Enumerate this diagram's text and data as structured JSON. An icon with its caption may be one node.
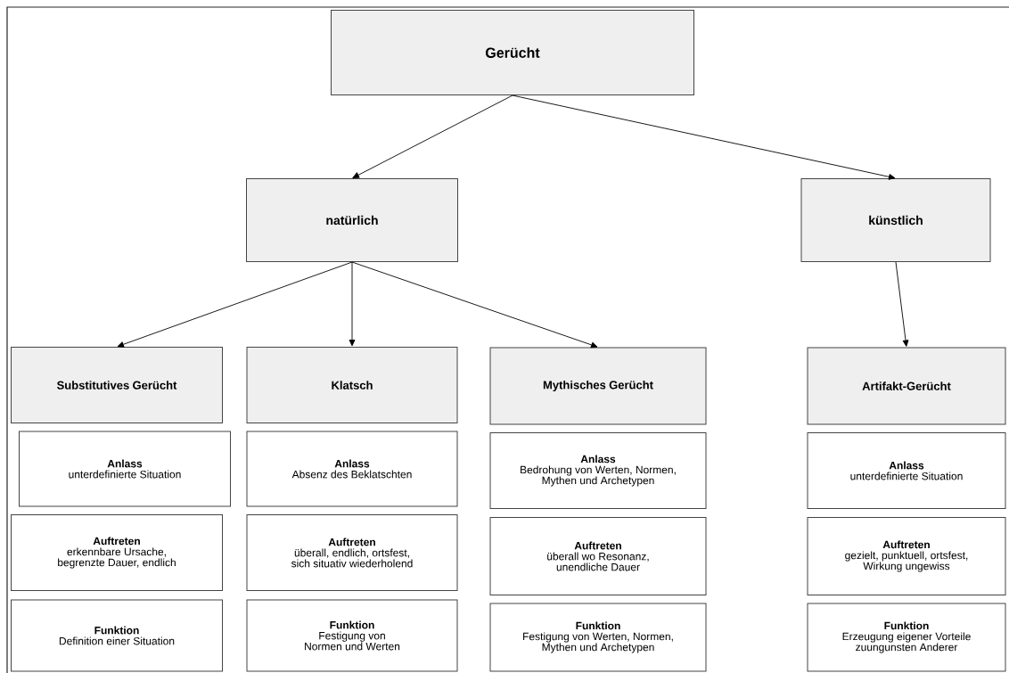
{
  "diagram": {
    "nodes": [
      {
        "text": [
          "Gerücht"
        ]
      },
      {
        "text": [
          "natürlich"
        ]
      },
      {
        "text": [
          "künstlich"
        ]
      },
      {
        "text": [
          "Substitutives Gerücht"
        ]
      },
      {
        "text": [
          "Klatsch"
        ]
      },
      {
        "text": [
          "Mythisches Gerücht"
        ]
      },
      {
        "text": [
          "Artifakt-Gerücht"
        ]
      },
      {
        "text": [
          "Anlass",
          "unterdefinierte Situation"
        ]
      },
      {
        "text": [
          "Anlass",
          "Absenz des Beklatschten"
        ]
      },
      {
        "text": [
          "Anlass",
          "Bedrohung von Werten, Normen, Mythen und Archetypen"
        ]
      },
      {
        "text": [
          "Anlass",
          "unterdefinierte Situation"
        ]
      },
      {
        "text": [
          "Auftreten",
          "erkennbare Ursache, begrenzte Dauer, endlich"
        ]
      },
      {
        "text": [
          "Auftreten",
          "überall, endlich, ortsfest, sich situativ wiederholend"
        ]
      },
      {
        "text": [
          "Auftreten",
          "überall wo Resonanz, unendliche Dauer"
        ]
      },
      {
        "text": [
          "Auftreten",
          "gezielt, punktuell, ortsfest, Wirkung ungewiss"
        ]
      },
      {
        "text": [
          "Funktion",
          "Definition einer Situation"
        ]
      },
      {
        "text": [
          "Funktion",
          "Festigung von Normen und Werten"
        ]
      },
      {
        "text": [
          "Funktion",
          "Festigung von Werten, Normen, Mythen und Archetypen"
        ]
      },
      {
        "text": [
          "Funktion",
          "Erzeugung eigener Vorteile zuungunsten Anderer"
        ]
      }
    ],
    "edges": [
      {
        "from": 0,
        "to": 1,
        "arrow": "to"
      },
      {
        "from": 0,
        "to": 2,
        "arrow": "to"
      },
      {
        "from": 1,
        "to": 3,
        "arrow": "to"
      },
      {
        "from": 1,
        "to": 4,
        "arrow": "to"
      },
      {
        "from": 1,
        "to": 5,
        "arrow": "to"
      },
      {
        "from": 2,
        "to": 6,
        "arrow": "to"
      }
    ]
  }
}
